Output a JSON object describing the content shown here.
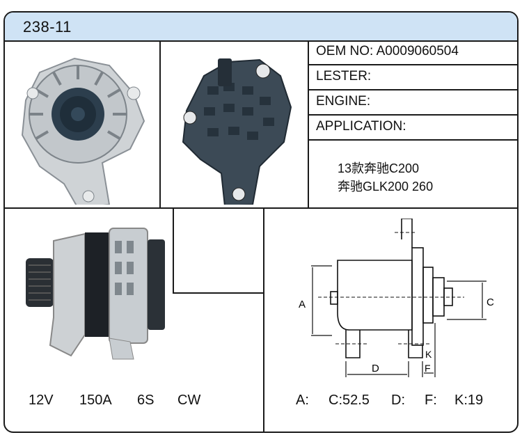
{
  "header": {
    "title": "238-11"
  },
  "specs": {
    "oem": "OEM NO: A0009060504",
    "lester": "LESTER:",
    "engine": "ENGINE:",
    "application": "APPLICATION:"
  },
  "application_lines": [
    "13款奔驰C200",
    "奔驰GLK200 260"
  ],
  "ratings": {
    "voltage": "12V",
    "current": "150A",
    "pulley": "6S",
    "rotation": "CW"
  },
  "diagram_labels": {
    "a": "A",
    "c": "C",
    "d": "D",
    "f": "F",
    "k": "K"
  },
  "dimensions": {
    "a": "A:",
    "c": "C:52.5",
    "d": "D:",
    "f": "F:",
    "k": "K:19"
  }
}
